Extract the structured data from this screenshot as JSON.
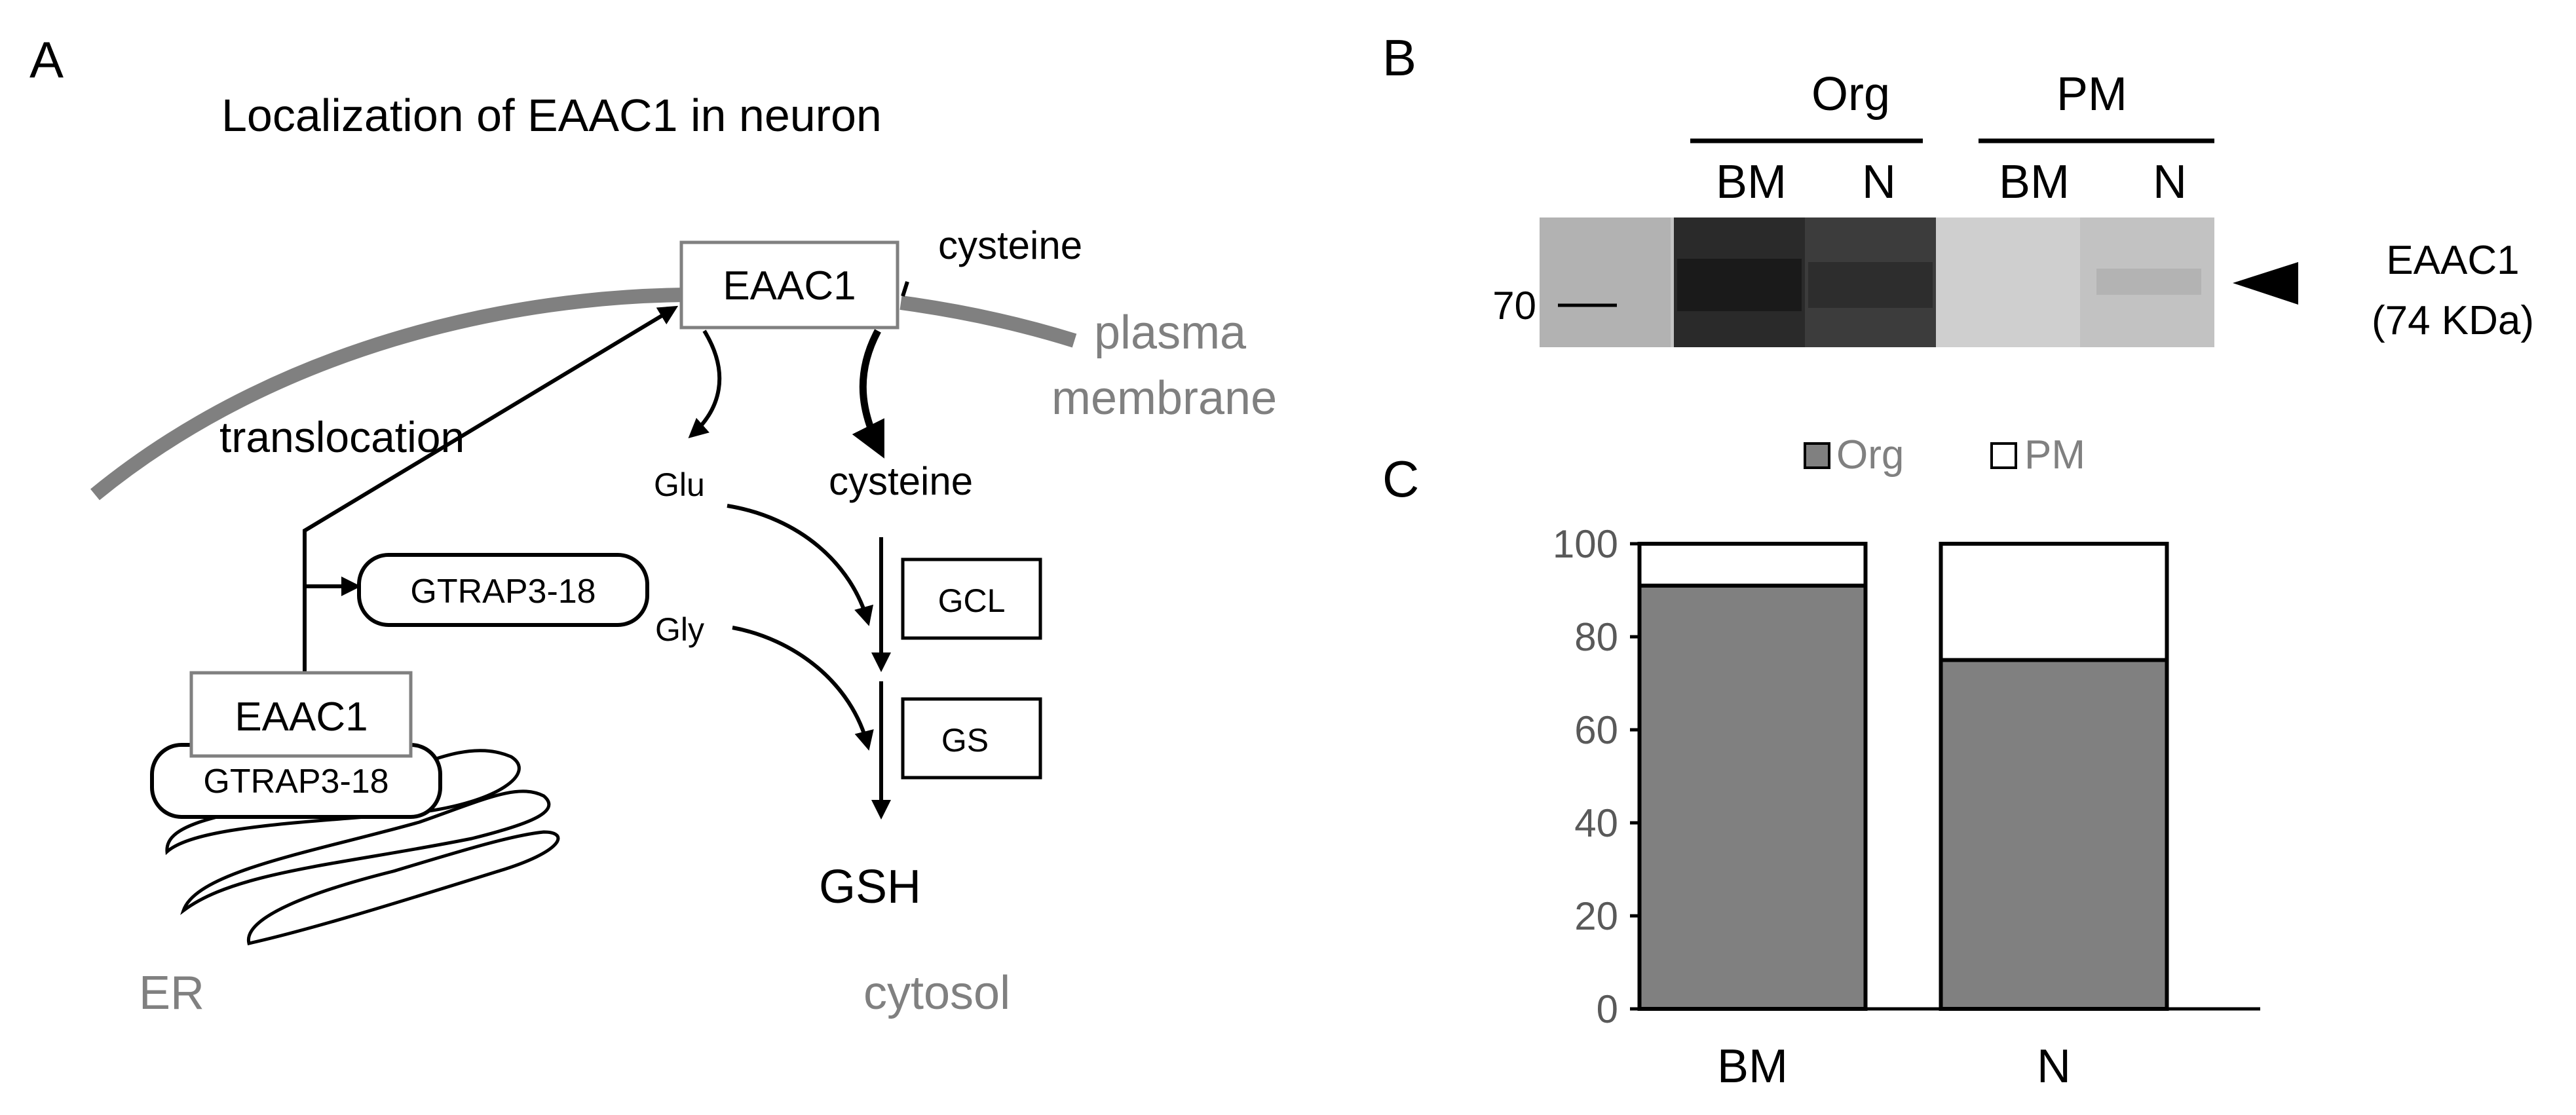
{
  "panel_a": {
    "letter": "A",
    "title": "Localization of EAAC1 in neuron",
    "eaac1_membrane": "EAAC1",
    "cysteine_outside": "cysteine",
    "plasma_label_1": "plasma",
    "plasma_label_2": "membrane",
    "translocation": "translocation",
    "gtrap_free": "GTRAP3-18",
    "eaac1_er": "EAAC1",
    "gtrap_er": "GTRAP3-18",
    "er_label": "ER",
    "glu": "Glu",
    "gly": "Gly",
    "cysteine_inside": "cysteine",
    "gcl": "GCL",
    "gs": "GS",
    "gsh": "GSH",
    "cytosol": "cytosol"
  },
  "panel_b": {
    "letter": "B",
    "group_org": "Org",
    "group_pm": "PM",
    "lanes": [
      "BM",
      "N",
      "BM",
      "N"
    ],
    "marker": "70",
    "band_name": "EAAC1",
    "band_size": "(74 KDa)"
  },
  "panel_c": {
    "letter": "C",
    "legend": [
      "Org",
      "PM"
    ]
  },
  "chart_data": {
    "type": "bar",
    "stacked": true,
    "categories": [
      "BM",
      "N"
    ],
    "series": [
      {
        "name": "Org",
        "values": [
          91,
          75
        ],
        "color": "#808080"
      },
      {
        "name": "PM",
        "values": [
          9,
          25
        ],
        "color": "#ffffff"
      }
    ],
    "ylim": [
      0,
      100
    ],
    "yticks": [
      0,
      20,
      40,
      60,
      80,
      100
    ],
    "grid": false,
    "legend_position": "top"
  }
}
